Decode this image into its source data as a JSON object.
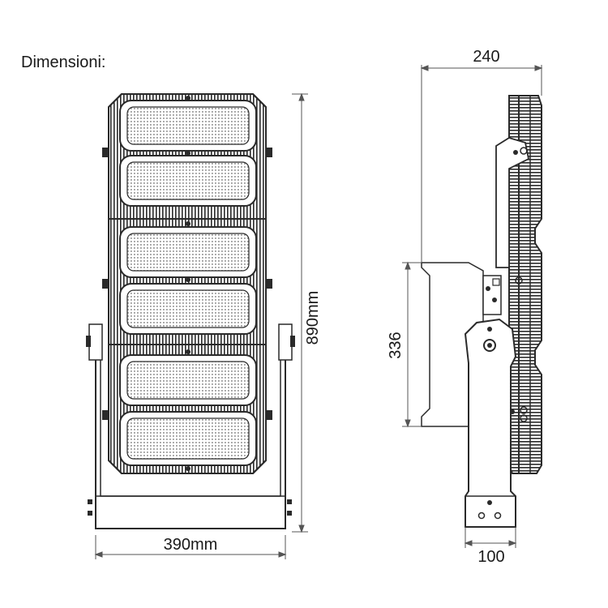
{
  "title": "Dimensioni:",
  "dimensions": {
    "height": "890mm",
    "width": "390mm",
    "depth": "240",
    "bracket_height": "336",
    "bracket_width": "100"
  },
  "module_count": 6,
  "colors": {
    "line": "#2a2a2a",
    "panel": "#ffffff",
    "led_dot": "#9a9a9a",
    "dimension_line": "#555555"
  }
}
